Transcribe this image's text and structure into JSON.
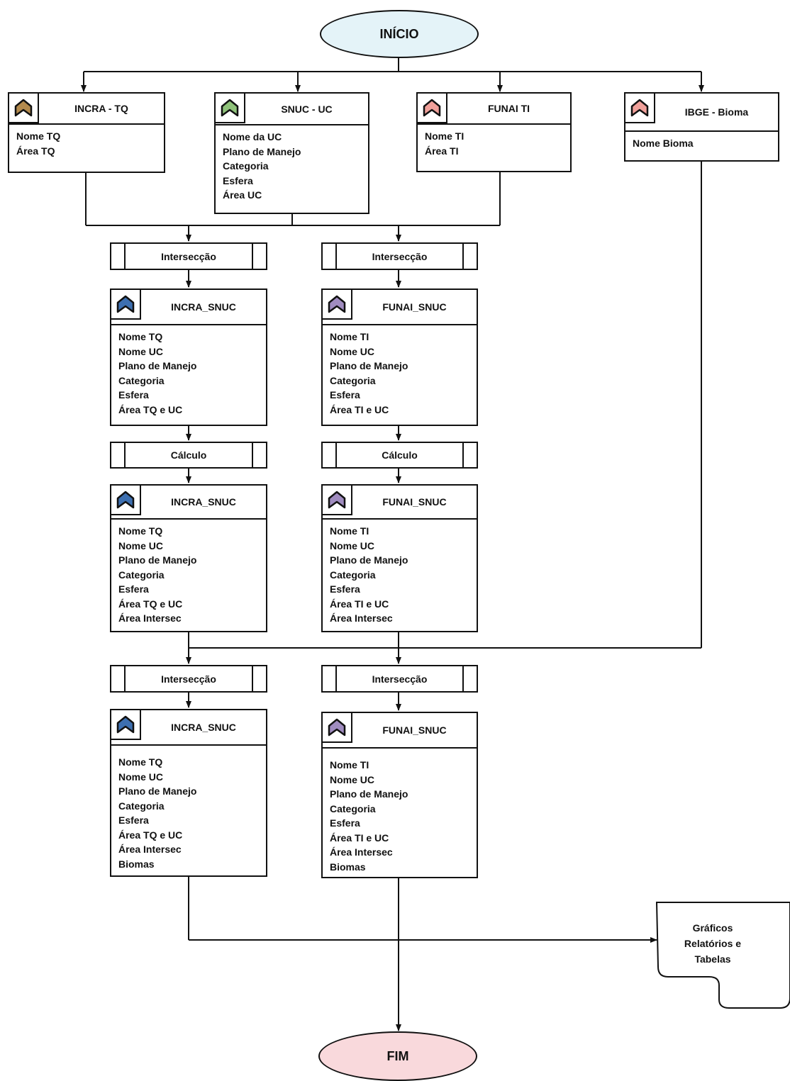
{
  "terminals": {
    "start": "INÍCIO",
    "end": "FIM"
  },
  "sources": [
    {
      "title": "INCRA  - TQ",
      "icon": "tag-icon",
      "color": "#b38a4d",
      "fields": [
        "Nome TQ",
        "Área TQ"
      ]
    },
    {
      "title": "SNUC - UC",
      "icon": "tag-icon",
      "color": "#8fc27a",
      "fields": [
        "Nome da UC",
        "Plano de Manejo",
        "Categoria",
        "Esfera",
        "Área UC"
      ]
    },
    {
      "title": "FUNAI TI",
      "icon": "tag-icon",
      "color": "#f0a09a",
      "fields": [
        "Nome TI",
        "Área TI"
      ]
    },
    {
      "title": "IBGE - Bioma",
      "icon": "tag-icon",
      "color": "#f0a09a",
      "fields": [
        "Nome Bioma"
      ]
    }
  ],
  "processes": {
    "p1_left": "Intersecção",
    "p1_right": "Intersecção",
    "p2_left": "Cálculo",
    "p2_right": "Cálculo",
    "p3_left": "Intersecção",
    "p3_right": "Intersecção"
  },
  "stage1": {
    "left": {
      "title": "INCRA_SNUC",
      "color": "#3d6fb0",
      "fields": [
        "Nome TQ",
        "Nome UC",
        "Plano de Manejo",
        "Categoria",
        "Esfera",
        "Área TQ e UC"
      ]
    },
    "right": {
      "title": "FUNAI_SNUC",
      "color": "#a08cc0",
      "fields": [
        "Nome TI",
        "Nome UC",
        "Plano de Manejo",
        "Categoria",
        "Esfera",
        "Área TI e UC"
      ]
    }
  },
  "stage2": {
    "left": {
      "title": "INCRA_SNUC",
      "color": "#3d6fb0",
      "fields": [
        "Nome TQ",
        "Nome UC",
        "Plano de Manejo",
        "Categoria",
        "Esfera",
        "Área TQ e UC",
        "Área Intersec"
      ]
    },
    "right": {
      "title": "FUNAI_SNUC",
      "color": "#a08cc0",
      "fields": [
        "Nome TI",
        "Nome UC",
        "Plano de Manejo",
        "Categoria",
        "Esfera",
        "Área TI e UC",
        "Área Intersec"
      ]
    }
  },
  "stage3": {
    "left": {
      "title": "INCRA_SNUC",
      "color": "#3d6fb0",
      "fields": [
        "Nome TQ",
        "Nome UC",
        "Plano de Manejo",
        "Categoria",
        "Esfera",
        "Área TQ e UC",
        "Área Intersec",
        "Biomas"
      ]
    },
    "right": {
      "title": "FUNAI_SNUC",
      "color": "#a08cc0",
      "fields": [
        "Nome TI",
        "Nome UC",
        "Plano de Manejo",
        "Categoria",
        "Esfera",
        "Área TI e UC",
        "Área Intersec",
        "Biomas"
      ]
    }
  },
  "output_doc": [
    "Gráficos",
    "Relatórios e",
    "Tabelas"
  ],
  "colors": {
    "start_fill": "#e4f3f8",
    "end_fill": "#f9d9dc",
    "line": "#111111"
  }
}
